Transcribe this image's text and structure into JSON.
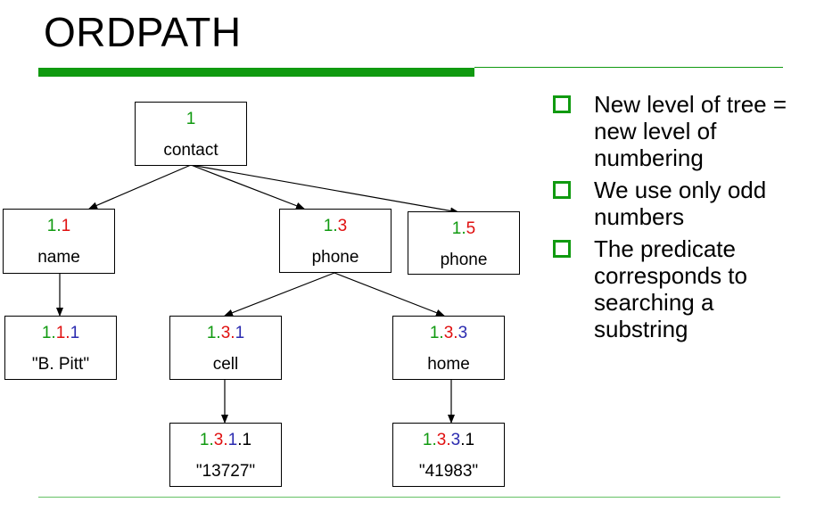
{
  "title": "ORDPATH",
  "colors": {
    "accent": "#109a10",
    "level1": "#109a10",
    "level2": "#e01010",
    "level3": "#2b2bb0",
    "level4": "#000000"
  },
  "nodes": {
    "contact": {
      "id_parts": [
        "1"
      ],
      "label": "contact"
    },
    "name": {
      "id_parts": [
        "1",
        ".",
        "1"
      ],
      "label": "name"
    },
    "phone3": {
      "id_parts": [
        "1",
        ".",
        "3"
      ],
      "label": "phone"
    },
    "phone5": {
      "id_parts": [
        "1",
        ".",
        "5"
      ],
      "label": "phone"
    },
    "pitt": {
      "id_parts": [
        "1",
        ".",
        "1",
        ".",
        "1"
      ],
      "label": "\"B. Pitt\""
    },
    "cell": {
      "id_parts": [
        "1",
        ".",
        "3",
        ".",
        "1"
      ],
      "label": "cell"
    },
    "home": {
      "id_parts": [
        "1",
        ".",
        "3",
        ".",
        "3"
      ],
      "label": "home"
    },
    "num1": {
      "id_parts": [
        "1",
        ".",
        "3",
        ".",
        "1",
        ".1"
      ],
      "label": "\"13727\""
    },
    "num2": {
      "id_parts": [
        "1",
        ".",
        "3",
        ".",
        "3",
        ".1"
      ],
      "label": "\"41983\""
    }
  },
  "bullets": [
    "New level of tree = new level of numbering",
    "We use only odd numbers",
    "The predicate corresponds to searching a substring"
  ],
  "bullet_icon": "hollow-square-icon"
}
